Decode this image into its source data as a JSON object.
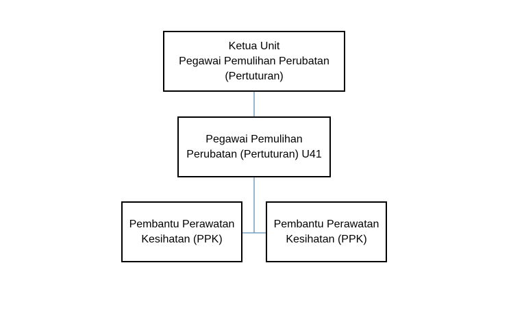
{
  "chart": {
    "nodes": [
      {
        "id": "head",
        "lines": [
          "Ketua Unit",
          "Pegawai Pemulihan Perubatan",
          "(Pertuturan)"
        ]
      },
      {
        "id": "officer",
        "lines": [
          "Pegawai Pemulihan",
          "Perubatan (Pertuturan) U41"
        ]
      },
      {
        "id": "assistant-left",
        "lines": [
          "Pembantu Perawatan",
          "Kesihatan (PPK)"
        ]
      },
      {
        "id": "assistant-right",
        "lines": [
          "Pembantu Perawatan",
          "Kesihatan (PPK)"
        ]
      }
    ],
    "colors": {
      "box_border": "#000000",
      "connector": "#5b8db8",
      "text": "#000000"
    }
  }
}
